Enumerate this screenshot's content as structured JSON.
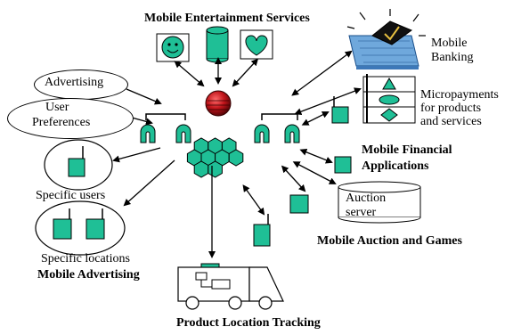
{
  "labels": {
    "entertainment": "Mobile Entertainment Services",
    "banking_line1": "Mobile",
    "banking_line2": "Banking",
    "micro_line1": "Micropayments",
    "micro_line2": "for products",
    "micro_line3": "and services",
    "financial_line1": "Mobile Financial",
    "financial_line2": "Applications",
    "auction_server_line1": "Auction",
    "auction_server_line2": "server",
    "auction_games": "Mobile Auction and Games",
    "advertising": "Advertising",
    "prefs_line1": "User",
    "prefs_line2": "Preferences",
    "specific_users": "Specific users",
    "specific_locations": "Specific locations",
    "mobile_advertising": "Mobile Advertising",
    "product_tracking": "Product Location Tracking"
  },
  "icons": [
    "smiley-face-icon",
    "cylinder-icon",
    "heart-icon",
    "red-sphere-icon",
    "bank-building-icon",
    "mobile-phone-icon",
    "hexagon-network-icon",
    "truck-icon"
  ],
  "colors": {
    "device_fill": "#1fbf96",
    "sphere": "#c0141a",
    "bank_blue": "#6fa8dc"
  }
}
